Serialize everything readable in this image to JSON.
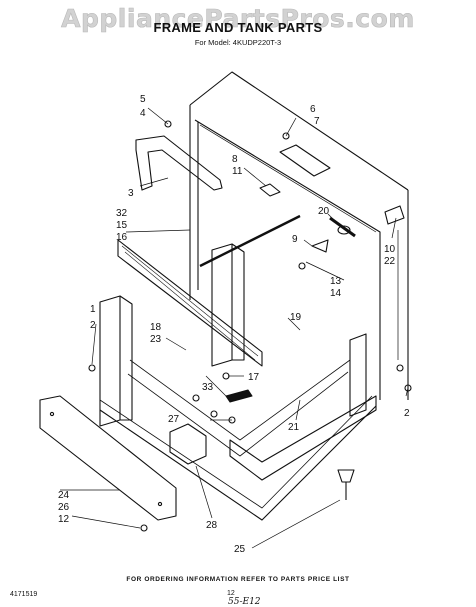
{
  "watermark": "AppliancePartsPros.com",
  "title": "FRAME AND TANK PARTS",
  "subtitle": "For Model: 4KUDP220T-3",
  "callouts": {
    "c1": "1",
    "c2a": "2",
    "c2b": "2",
    "c3": "3",
    "c4": "4",
    "c5": "5",
    "c6": "6",
    "c7": "7",
    "c8": "8",
    "c9": "9",
    "c10": "10",
    "c11": "11",
    "c12": "12",
    "c13": "13",
    "c14": "14",
    "c15": "15",
    "c16": "16",
    "c17": "17",
    "c18": "18",
    "c19": "19",
    "c20": "20",
    "c21": "21",
    "c22": "22",
    "c23": "23",
    "c24": "24",
    "c25": "25",
    "c26": "26",
    "c27": "27",
    "c28": "28",
    "c32": "32",
    "c33": "33"
  },
  "footer": {
    "note": "FOR ORDERING INFORMATION REFER TO PARTS PRICE LIST",
    "code": "4171519",
    "page": "12",
    "handwritten": "55-E12"
  }
}
